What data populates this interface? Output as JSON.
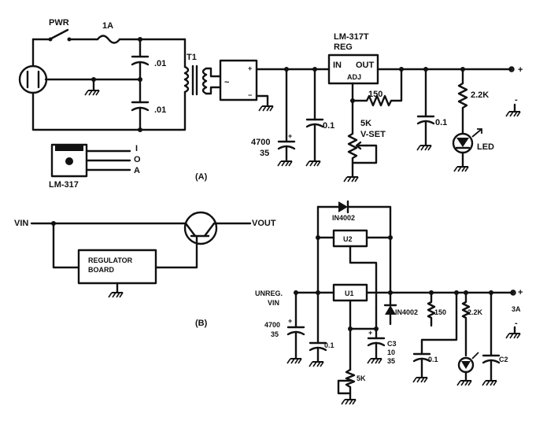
{
  "colors": {
    "ink": "#111111",
    "background": "#ffffff"
  },
  "diagram_a": {
    "caption": "(A)",
    "pwr": "PWR",
    "fuse": "1A",
    "cap_top": ".01",
    "cap_bottom": ".01",
    "transformer": "T1",
    "rect_ac": "~",
    "rect_plus": "+",
    "rect_minus": "−",
    "reg_name": "LM-317T",
    "reg_sub": "REG",
    "reg_in": "IN",
    "reg_out": "OUT",
    "reg_adj": "ADJ",
    "r_150": "150",
    "pot_value": "5K",
    "pot_name": "V-SET",
    "c_big_value": "4700",
    "c_big_voltage": "35",
    "c_big_plus": "+",
    "c_01_in": "0.1",
    "c_01_out": "0.1",
    "r_led": "2.2K",
    "led": "LED",
    "out_plus": "+",
    "out_minus": "-",
    "pkg_name": "LM-317",
    "pin_i": "I",
    "pin_o": "O",
    "pin_a": "A"
  },
  "diagram_b": {
    "caption": "(B)",
    "vin": "VIN",
    "vout": "VOUT",
    "board_line1": "REGULATOR",
    "board_line2": "BOARD"
  },
  "diagram_c": {
    "diode_top": "IN4002",
    "u2": "U2",
    "u1": "U1",
    "unreg_line1": "UNREG.",
    "unreg_line2": "VIN",
    "diode_mid": "IN4002",
    "r_150": "150",
    "r_22k": "2.2K",
    "out_plus": "+",
    "current": "3A",
    "out_minus": "-",
    "c_big_value": "4700",
    "c_big_voltage": "35",
    "c_big_plus": "+",
    "c_01_a": "0.1",
    "c3_name": "C3",
    "c3_value": "10",
    "c3_voltage": "35",
    "c3_plus": "+",
    "c_01_b": "0.1",
    "c2": "C2",
    "pot": "5K"
  }
}
